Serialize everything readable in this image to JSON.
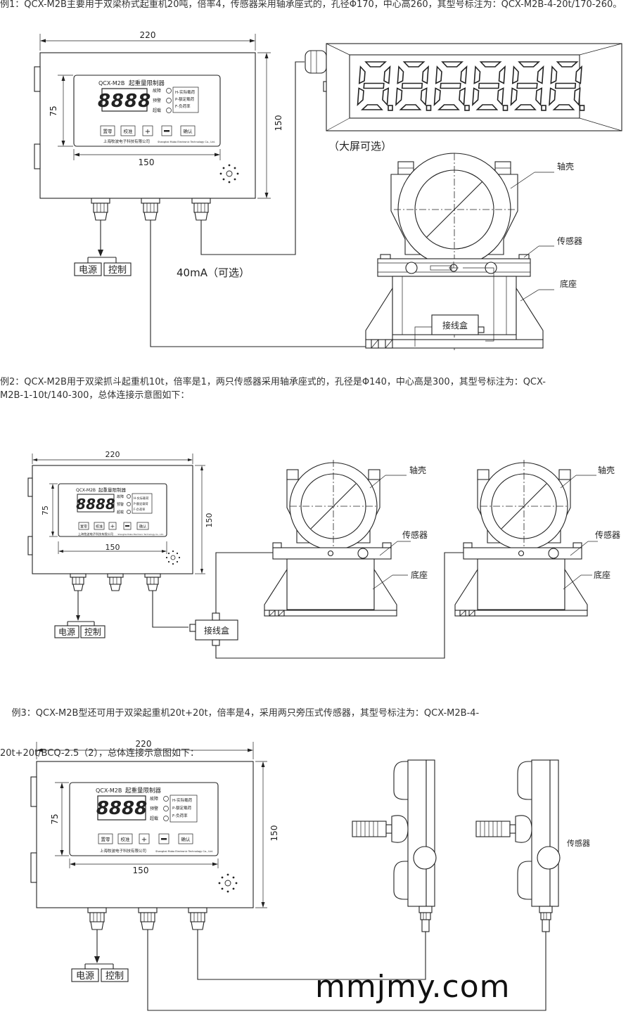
{
  "examples": [
    {
      "text_lines": [
        "例1：QCX-M2B主要用于双梁桥式起重机20吨，倍率4，传感器采用轴承座式的，孔径Φ170，中心高260，其型号标注为：QCX-M2B-4-20t/170-260。"
      ],
      "dimensions": {
        "width": "220",
        "height": "150",
        "panel_height": "75",
        "panel_width": "150"
      },
      "big_screen_label": "（大屏可选）",
      "current_label": "40mA（可选）",
      "labels": {
        "shell": "轴壳",
        "sensor": "传感器",
        "base": "底座",
        "junction": "接线盒",
        "power": "电源",
        "control": "控制"
      }
    },
    {
      "text_lines": [
        "例2：QCX-M2B用于双梁抓斗起重机10t，倍率是1，两只传感器采用轴承座式的，孔径是Φ140，中心高是300，其型号标注为：QCX-",
        "M2B-1-10t/140-300，总体连接示意图如下："
      ],
      "dimensions": {
        "width": "220",
        "height": "150",
        "panel_height": "75",
        "panel_width": "150"
      },
      "labels": {
        "shell": "轴壳",
        "sensor": "传感器",
        "base": "底座",
        "junction": "接线盒",
        "power": "电源",
        "control": "控制"
      }
    },
    {
      "text_lines": [
        "    例3：QCX-M2B型还可用于双梁起重机20t+20t，倍率是4，采用两只旁压式传感器，其型号标注为：QCX-M2B-4-",
        "20t+20t/BCQ-2.5（2），总体连接示意图如下："
      ],
      "dimensions": {
        "width": "220",
        "height": "150",
        "panel_height": "75",
        "panel_width": "150"
      },
      "labels": {
        "sensor": "传感器",
        "power": "电源",
        "control": "控制"
      }
    }
  ],
  "controller": {
    "model": "QCX-M2B",
    "title": "起重量限制器",
    "display_digits": "8888",
    "lamps": [
      "故障",
      "预警",
      "超载"
    ],
    "legend": [
      "H-实际载荷",
      "P-额定载荷",
      "F-负荷率"
    ],
    "buttons": [
      "置零",
      "校准",
      "+",
      "−",
      "确认"
    ],
    "company_cn": "上海牧波电子科技有限公司",
    "company_en": "Shanghai Mubo Electronic Technology Co., Ltd."
  },
  "big_display_digits": "888888",
  "watermark": "mmjmy.com"
}
